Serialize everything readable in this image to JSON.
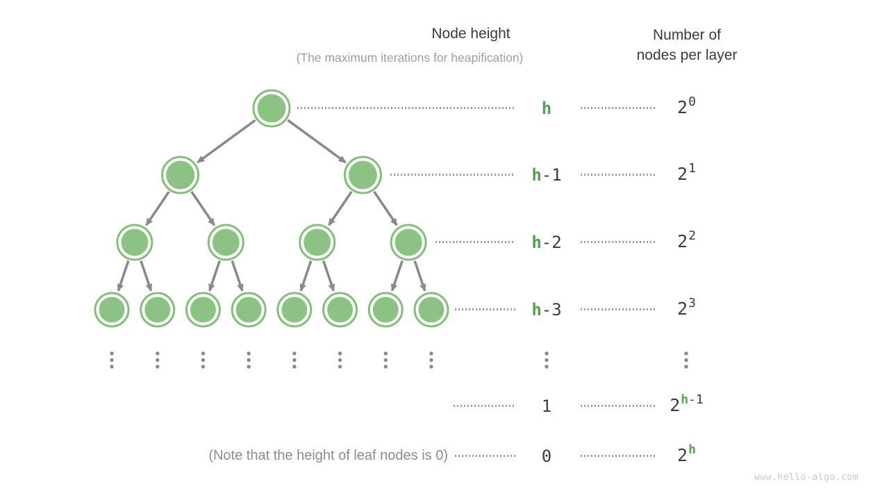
{
  "header": {
    "node_height_title": "Node height",
    "node_height_subtitle": "(The maximum iterations for heapification)",
    "nodes_per_layer_line1": "Number of",
    "nodes_per_layer_line2": "nodes per layer"
  },
  "rows": [
    {
      "height_green": "h",
      "height_rest": "",
      "count_base": "2",
      "count_sup_green": "",
      "count_sup_rest": "0"
    },
    {
      "height_green": "h",
      "height_rest": "-1",
      "count_base": "2",
      "count_sup_green": "",
      "count_sup_rest": "1"
    },
    {
      "height_green": "h",
      "height_rest": "-2",
      "count_base": "2",
      "count_sup_green": "",
      "count_sup_rest": "2"
    },
    {
      "height_green": "h",
      "height_rest": "-3",
      "count_base": "2",
      "count_sup_green": "",
      "count_sup_rest": "3"
    },
    {
      "height_green": "",
      "height_rest": "1",
      "count_base": "2",
      "count_sup_green": "h",
      "count_sup_rest": "-1"
    },
    {
      "height_green": "",
      "height_rest": "0",
      "count_base": "2",
      "count_sup_green": "h",
      "count_sup_rest": ""
    }
  ],
  "note": "(Note that the height of leaf nodes is 0)",
  "watermark": "www.hello-algo.com",
  "diagram": {
    "type": "binary-tree",
    "levels_node_counts": [
      1,
      2,
      4,
      8
    ],
    "ellipsis_columns": 10,
    "node_fill": "#8cc283",
    "node_stroke": "#83bd7a",
    "edge_color": "#8a8a8a",
    "green_text": "#55a055",
    "dark_text": "#3d3d3d",
    "gray_text": "#9e9e9e"
  }
}
